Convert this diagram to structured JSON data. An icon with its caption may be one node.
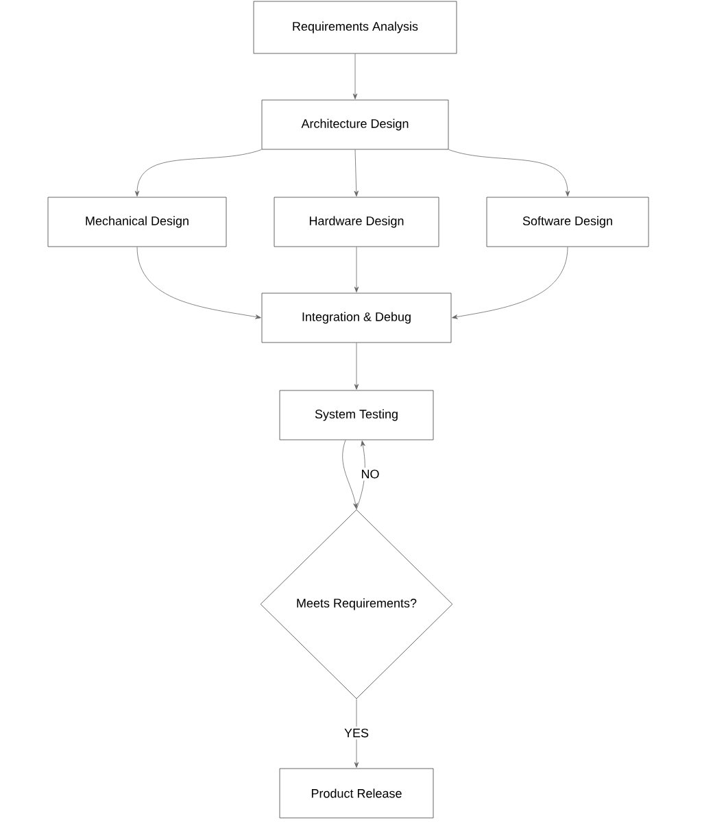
{
  "diagram": {
    "nodes": [
      {
        "text": [
          "Requirements Analysis"
        ]
      },
      {
        "text": [
          "Architecture Design"
        ]
      },
      {
        "text": [
          "Mechanical Design"
        ]
      },
      {
        "text": [
          "Hardware Design"
        ]
      },
      {
        "text": [
          "Software Design"
        ]
      },
      {
        "text": [
          "Integration & Debug"
        ]
      },
      {
        "text": [
          "System Testing"
        ]
      },
      {
        "text": [
          "Meets Requirements?"
        ]
      },
      {
        "text": [
          "Product Release"
        ]
      }
    ],
    "edges": [
      {
        "from": 0,
        "to": 1,
        "arrow": "to"
      },
      {
        "from": 1,
        "to": 2,
        "arrow": "to"
      },
      {
        "from": 1,
        "to": 3,
        "arrow": "to"
      },
      {
        "from": 1,
        "to": 4,
        "arrow": "to"
      },
      {
        "from": 2,
        "to": 5,
        "arrow": "to"
      },
      {
        "from": 3,
        "to": 5,
        "arrow": "to"
      },
      {
        "from": 4,
        "to": 5,
        "arrow": "to"
      },
      {
        "from": 5,
        "to": 6,
        "arrow": "to"
      },
      {
        "from": 6,
        "to": 7,
        "arrow": "to"
      },
      {
        "from": 7,
        "to": 6,
        "label": "NO",
        "arrow": "to"
      },
      {
        "from": 7,
        "to": 8,
        "label": "YES",
        "arrow": "to"
      }
    ]
  }
}
